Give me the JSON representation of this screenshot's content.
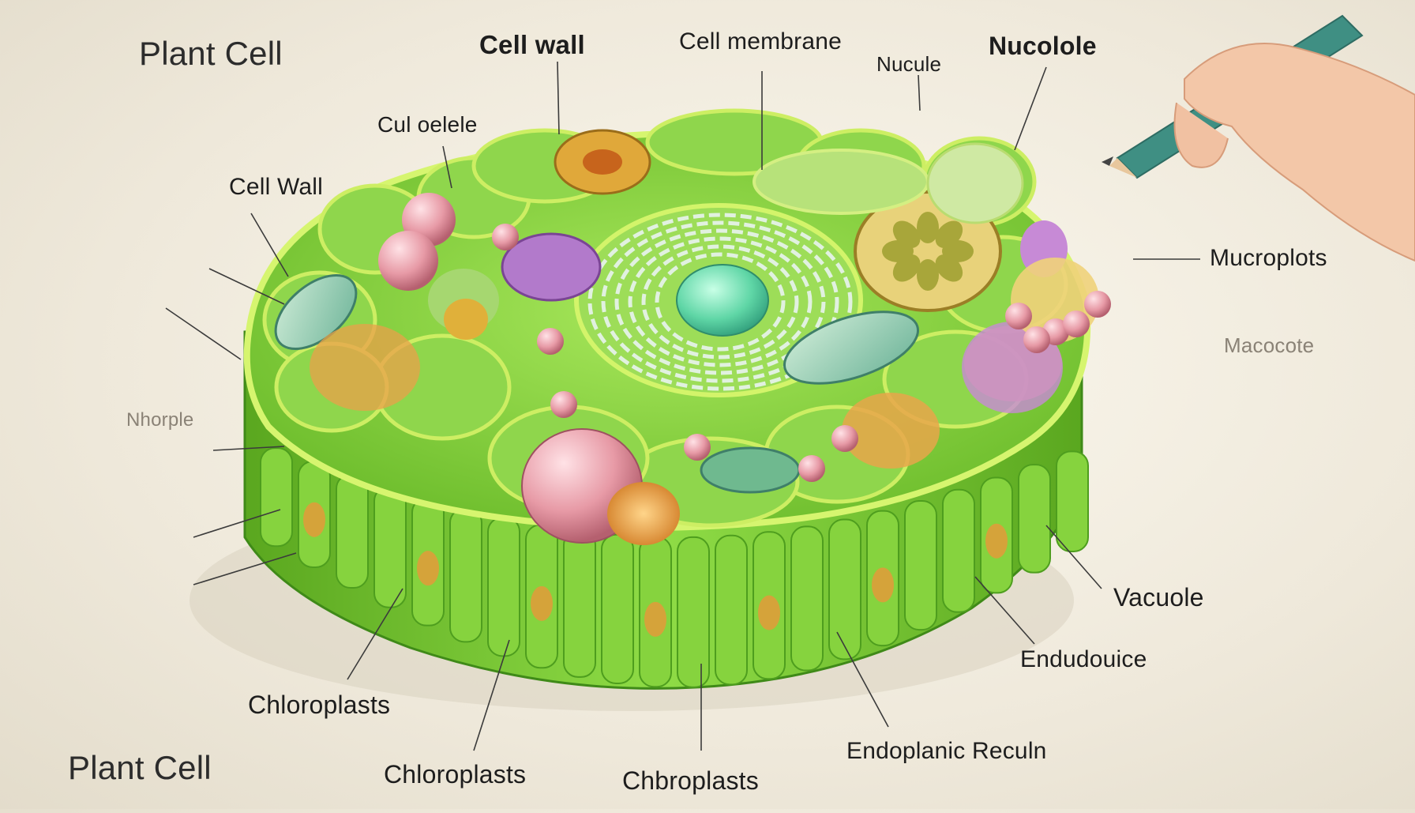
{
  "labels": {
    "title_top": "Plant Cell",
    "title_bottom": "Plant Cell",
    "cell_wall_top": "Cell wall",
    "cell_membrane": "Cell membrane",
    "nucule": "Nucule",
    "nucolole": "Nucolole",
    "culoelele": "Cul oelele",
    "cell_wall_left": "Cell Wall",
    "nhorple": "Nhorple",
    "mucroplots": "Mucroplots",
    "macocote": "Macocote",
    "vacuole": "Vacuole",
    "endudouice": "Endudouice",
    "endoplasmic": "Endoplanic Reculn",
    "chloroplasts_left": "Chloroplasts",
    "chloroplasts_mid": "Chloroplasts",
    "chloroplasts_right": "Chbroplasts"
  },
  "colors": {
    "cell_green": "#7fce3a",
    "cell_green_dark": "#4e9e1e",
    "wall_highlight": "#c6f06a",
    "nucleus": "#5fd6a6",
    "organelle_pink": "#e79aa6",
    "organelle_purple": "#b27acb",
    "organelle_orange": "#e39a3a",
    "background": "#f5f1e6"
  }
}
